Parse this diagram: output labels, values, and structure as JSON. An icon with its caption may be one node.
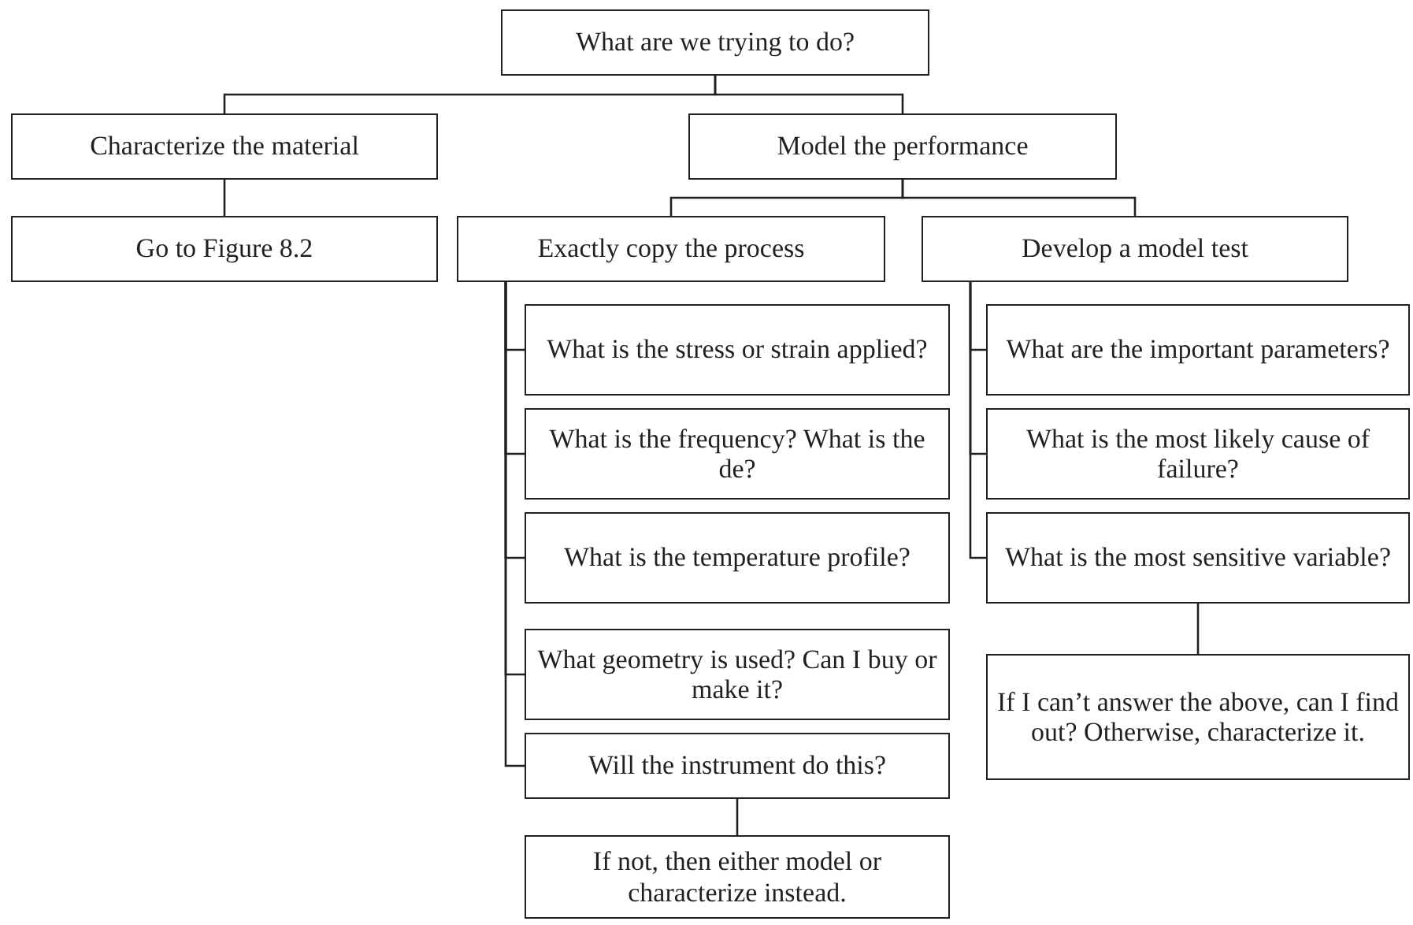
{
  "diagram": {
    "nodes": [
      {
        "text": [
          "What are we trying to do?"
        ]
      },
      {
        "text": [
          "Characterize the material"
        ]
      },
      {
        "text": [
          "Model the performance"
        ]
      },
      {
        "text": [
          "Go to Figure 8.2"
        ]
      },
      {
        "text": [
          "Exactly copy the process"
        ]
      },
      {
        "text": [
          "Develop a model test"
        ]
      },
      {
        "text": [
          "What is the stress or strain applied?"
        ]
      },
      {
        "text": [
          "What is the frequency? What is the de?"
        ]
      },
      {
        "text": [
          "What is the temperature profile?"
        ]
      },
      {
        "text": [
          "What geometry is used? Can I buy or make it?"
        ]
      },
      {
        "text": [
          "Will the instrument do this?"
        ]
      },
      {
        "text": [
          "If not, then either model or characterize instead."
        ]
      },
      {
        "text": [
          "What are the important parameters?"
        ]
      },
      {
        "text": [
          "What is the most likely cause of failure?"
        ]
      },
      {
        "text": [
          "What is the most sensitive variable?"
        ]
      },
      {
        "text": [
          "If I can’t answer the above, can I find out? Otherwise, characterize it."
        ]
      }
    ],
    "edges": [
      {
        "from": 0,
        "to": 1,
        "arrow": "none"
      },
      {
        "from": 0,
        "to": 2,
        "arrow": "none"
      },
      {
        "from": 1,
        "to": 3,
        "arrow": "none"
      },
      {
        "from": 2,
        "to": 4,
        "arrow": "none"
      },
      {
        "from": 2,
        "to": 5,
        "arrow": "none"
      },
      {
        "from": 4,
        "to": 6,
        "arrow": "none"
      },
      {
        "from": 4,
        "to": 7,
        "arrow": "none"
      },
      {
        "from": 4,
        "to": 8,
        "arrow": "none"
      },
      {
        "from": 4,
        "to": 9,
        "arrow": "none"
      },
      {
        "from": 4,
        "to": 10,
        "arrow": "none"
      },
      {
        "from": 10,
        "to": 11,
        "arrow": "none"
      },
      {
        "from": 5,
        "to": 12,
        "arrow": "none"
      },
      {
        "from": 5,
        "to": 13,
        "arrow": "none"
      },
      {
        "from": 5,
        "to": 14,
        "arrow": "none"
      },
      {
        "from": 14,
        "to": 15,
        "arrow": "none"
      }
    ]
  }
}
